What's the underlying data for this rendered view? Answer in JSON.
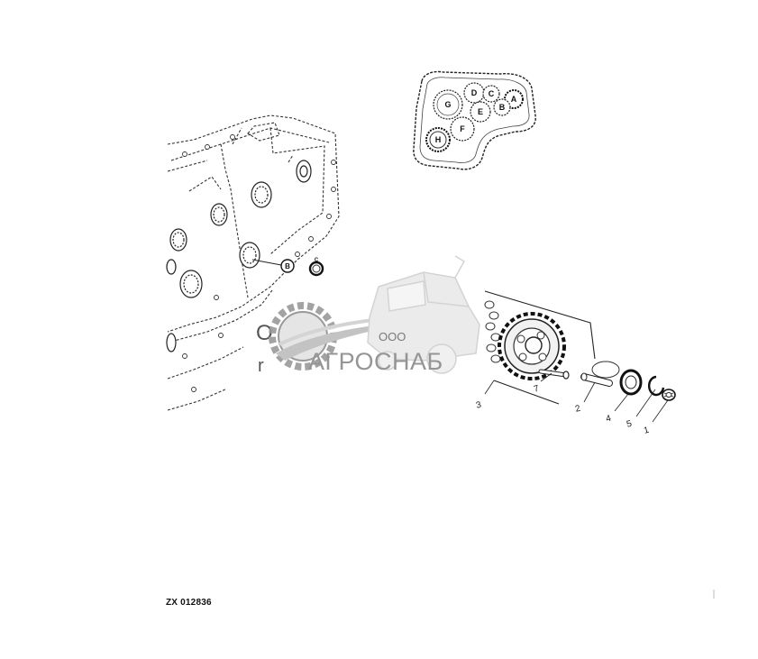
{
  "gear_diagram": {
    "labels": [
      "A",
      "B",
      "C",
      "D",
      "E",
      "F",
      "G",
      "H"
    ]
  },
  "housing_callouts": {
    "b": "B",
    "c": "C"
  },
  "exploded_parts": {
    "callouts": [
      "3",
      "7",
      "2",
      "4",
      "5",
      "1"
    ]
  },
  "watermark": {
    "company_form": "ООО",
    "company_name": "АГРОСНАБ"
  },
  "document_id": "ZX 012836"
}
